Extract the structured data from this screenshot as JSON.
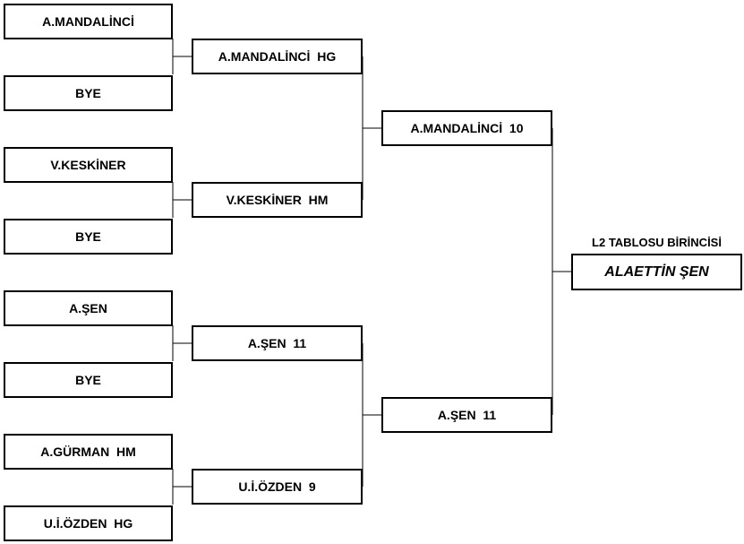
{
  "round1": [
    "A.MANDALİNCİ",
    "BYE",
    "V.KESKİNER",
    "BYE",
    "A.ŞEN",
    "BYE",
    "A.GÜRMAN  HM",
    "U.İ.ÖZDEN  HG"
  ],
  "round2": [
    "A.MANDALİNCİ  HG",
    "V.KESKİNER  HM",
    "A.ŞEN  11",
    "U.İ.ÖZDEN  9"
  ],
  "round3": [
    "A.MANDALİNCİ  10",
    "A.ŞEN  11"
  ],
  "champion": {
    "title": "L2 TABLOSU BİRİNCİSİ",
    "name": "ALAETTİN ŞEN"
  }
}
